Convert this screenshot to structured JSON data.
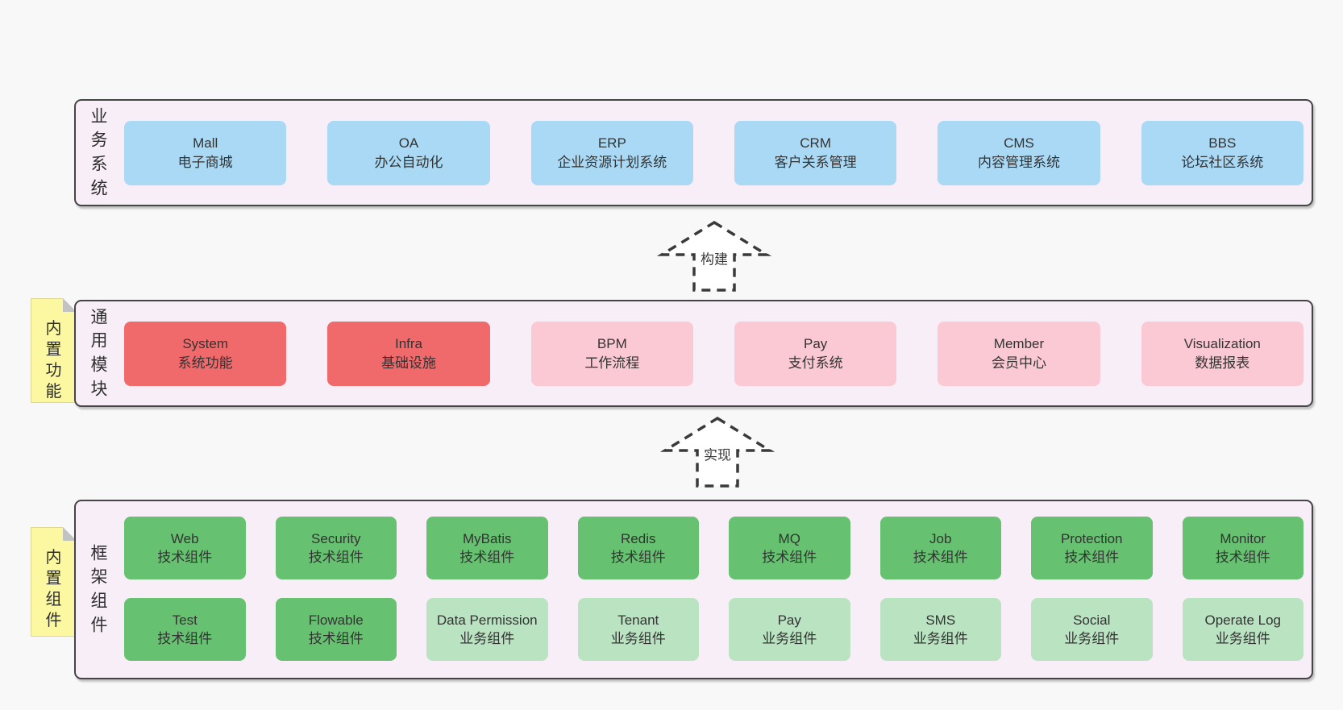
{
  "colors": {
    "bg": "#f8f8f8",
    "panel": "#f8eef8",
    "panel-border": "#454545",
    "blue": "#a9d9f5",
    "red": "#f0696b",
    "pink": "#fbc9d3",
    "green": "#66c170",
    "lightgreen": "#b9e3c1",
    "note": "#fbf8a1",
    "fold": "#c2c2c2",
    "text": "#3a3a3a"
  },
  "arrows": {
    "build": "构建",
    "implement": "实现"
  },
  "sections": {
    "business": {
      "side_label": "业务系统",
      "boxes": [
        {
          "title": "Mall",
          "subtitle": "电子商城"
        },
        {
          "title": "OA",
          "subtitle": "办公自动化"
        },
        {
          "title": "ERP",
          "subtitle": "企业资源计划系统"
        },
        {
          "title": "CRM",
          "subtitle": "客户关系管理"
        },
        {
          "title": "CMS",
          "subtitle": "内容管理系统"
        },
        {
          "title": "BBS",
          "subtitle": "论坛社区系统"
        }
      ]
    },
    "modules": {
      "side_label": "通用模块",
      "note": "内置功能",
      "boxes": [
        {
          "title": "System",
          "subtitle": "系统功能"
        },
        {
          "title": "Infra",
          "subtitle": "基础设施"
        },
        {
          "title": "BPM",
          "subtitle": "工作流程"
        },
        {
          "title": "Pay",
          "subtitle": "支付系统"
        },
        {
          "title": "Member",
          "subtitle": "会员中心"
        },
        {
          "title": "Visualization",
          "subtitle": "数据报表"
        }
      ]
    },
    "components": {
      "side_label": "框架组件",
      "note": "内置组件",
      "boxes": [
        {
          "title": "Web",
          "subtitle": "技术组件"
        },
        {
          "title": "Security",
          "subtitle": "技术组件"
        },
        {
          "title": "MyBatis",
          "subtitle": "技术组件"
        },
        {
          "title": "Redis",
          "subtitle": "技术组件"
        },
        {
          "title": "MQ",
          "subtitle": "技术组件"
        },
        {
          "title": "Job",
          "subtitle": "技术组件"
        },
        {
          "title": "Protection",
          "subtitle": "技术组件"
        },
        {
          "title": "Monitor",
          "subtitle": "技术组件"
        },
        {
          "title": "Test",
          "subtitle": "技术组件"
        },
        {
          "title": "Flowable",
          "subtitle": "技术组件"
        },
        {
          "title": "Data Permission",
          "subtitle": "业务组件"
        },
        {
          "title": "Tenant",
          "subtitle": "业务组件"
        },
        {
          "title": "Pay",
          "subtitle": "业务组件"
        },
        {
          "title": "SMS",
          "subtitle": "业务组件"
        },
        {
          "title": "Social",
          "subtitle": "业务组件"
        },
        {
          "title": "Operate Log",
          "subtitle": "业务组件"
        }
      ]
    }
  }
}
